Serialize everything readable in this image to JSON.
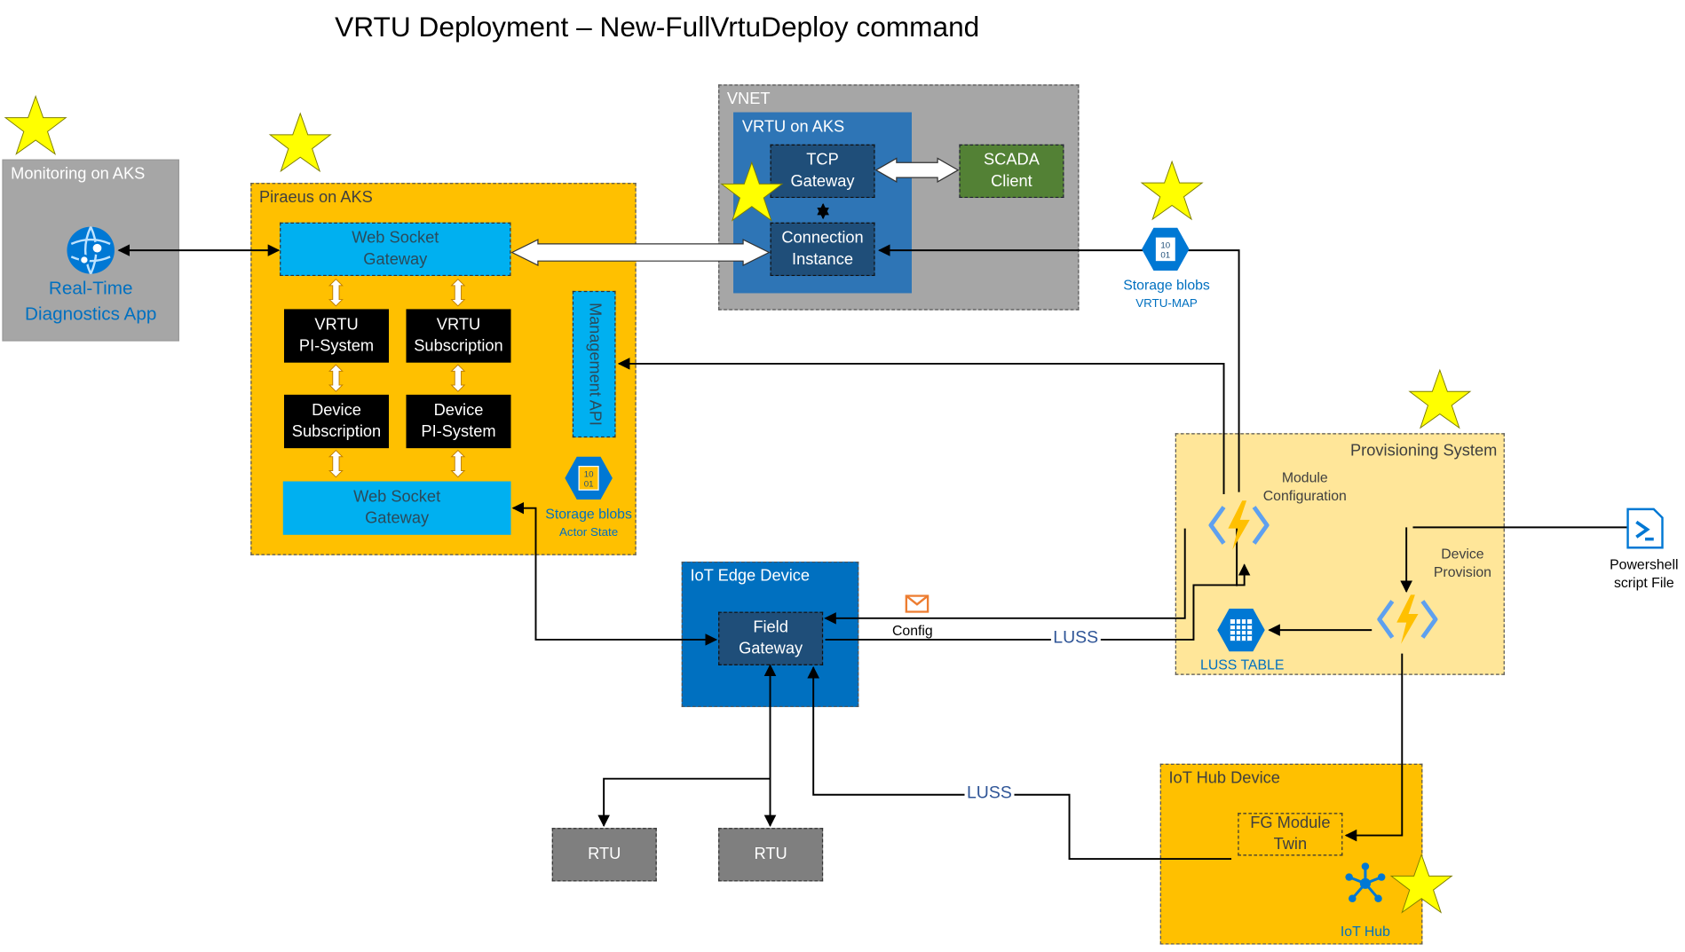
{
  "title": "VRTU Deployment – New-FullVrtuDeploy command",
  "groups": {
    "monitoring": "Monitoring on AKS",
    "piraeus": "Piraeus on AKS",
    "vnet": "VNET",
    "vrtu_aks": "VRTU on AKS",
    "provisioning": "Provisioning System",
    "iot_edge": "IoT Edge Device",
    "iot_hub_device": "IoT Hub Device"
  },
  "nodes": {
    "realtime_app": "Real-Time\nDiagnostics App",
    "ws_gateway_top": "Web Socket\nGateway",
    "vrtu_pi_system": "VRTU\nPI-System",
    "vrtu_subscription": "VRTU\nSubscription",
    "device_subscription": "Device\nSubscription",
    "device_pi_system": "Device\nPI-System",
    "ws_gateway_bottom": "Web Socket\nGateway",
    "management_api": "Management API",
    "storage_actor": "Storage blobs",
    "storage_actor_sub": "Actor State",
    "tcp_gateway": "TCP\nGateway",
    "connection_instance": "Connection\nInstance",
    "scada_client": "SCADA\nClient",
    "storage_vrtu": "Storage blobs",
    "storage_vrtu_sub": "VRTU-MAP",
    "module_configuration": "Module\nConfiguration",
    "device_provision": "Device\nProvision",
    "luss_table": "LUSS TABLE",
    "powershell": "Powershell\nscript File",
    "field_gateway": "Field\nGateway",
    "config": "Config",
    "luss_1": "LUSS",
    "luss_2": "LUSS",
    "rtu_1": "RTU",
    "rtu_2": "RTU",
    "fg_module_twin": "FG Module\nTwin",
    "iot_hub": "IoT Hub"
  },
  "colors": {
    "monitoring_bg": "#a6a6a6",
    "piraeus_bg": "#ffc000",
    "vnet_bg": "#a6a6a6",
    "vrtu_aks_bg": "#2e75b6",
    "provisioning_bg": "#ffe699",
    "iot_edge_bg": "#0070c0",
    "iot_hub_bg": "#ffc000",
    "star": "#ffff00",
    "azure_blue": "#0078d4"
  },
  "icons": [
    "star-icon",
    "web-app-icon",
    "storage-blob-icon",
    "azure-function-icon",
    "table-icon",
    "powershell-icon",
    "mail-icon",
    "iot-hub-icon"
  ]
}
